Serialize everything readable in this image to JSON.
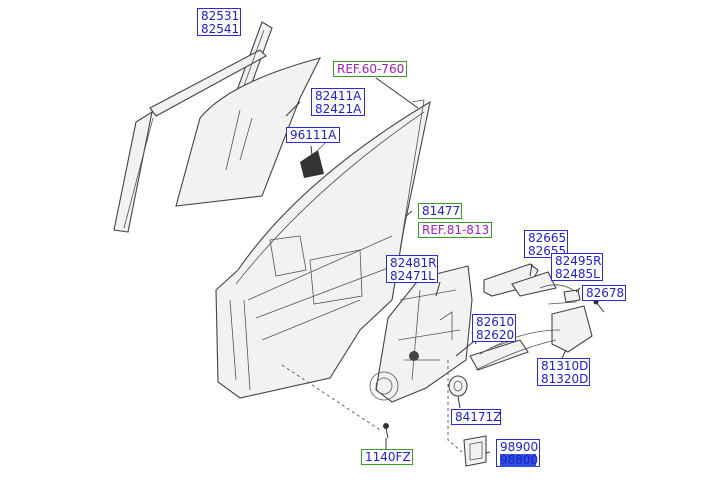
{
  "labels": {
    "p82531": "82531",
    "p82541": "82541",
    "ref6076": "REF.60-760",
    "p82411a": "82411A",
    "p82421a": "82421A",
    "p96111a": "96111A",
    "p81477": "81477",
    "ref81813": "REF.81-813",
    "p82665": "82665",
    "p82655": "82655",
    "p82495r": "82495R",
    "p82485l": "82485L",
    "p82678": "82678",
    "p82481r": "82481R",
    "p82471l": "82471L",
    "p82610": "82610",
    "p82620": "82620",
    "p81310d": "81310D",
    "p81320d": "81320D",
    "p84171z": "84171Z",
    "p98900": "98900",
    "p98800": "98800",
    "p1140fz": "1140FZ"
  }
}
